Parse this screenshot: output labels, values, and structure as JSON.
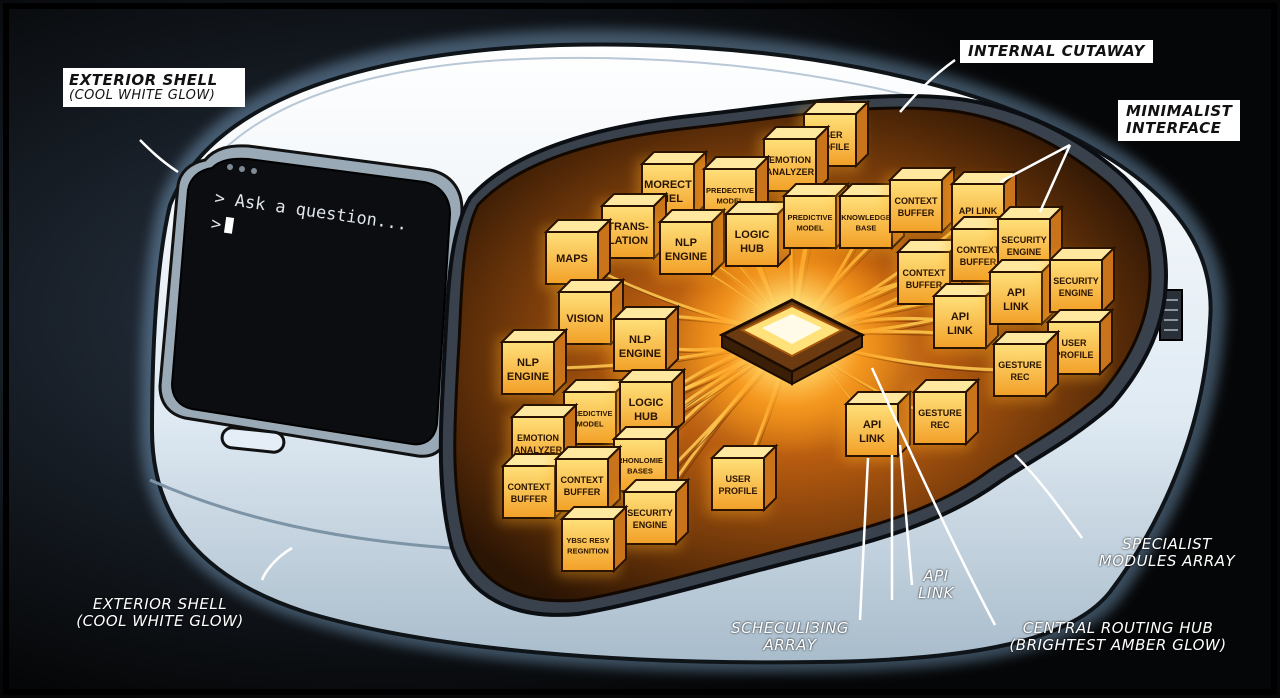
{
  "screen": {
    "prompt_line1": "> Ask a question...",
    "prompt_line2": ">"
  },
  "labels": {
    "exterior_top": {
      "line1": "EXTERIOR SHELL",
      "line2": "(COOL WHITE GLOW)"
    },
    "exterior_bottom": {
      "line1": "EXTERIOR SHELL",
      "line2": "(COOL WHITE GLOW)"
    },
    "internal_cutaway": "INTERNAL CUTAWAY",
    "minimalist_interface": {
      "line1": "MINIMALIST",
      "line2": "INTERFACE"
    },
    "specialist_modules": {
      "line1": "SPECIALIST",
      "line2": "MODULES ARRAY"
    },
    "central_hub": {
      "line1": "CENTRAL ROUTING HUB",
      "line2": "(BRIGHTEST AMBER GLOW)"
    },
    "api_link": {
      "line1": "API",
      "line2": "LINK"
    },
    "scheduling": {
      "line1": "SCHECULIЗING",
      "line2": "ARRAY"
    }
  },
  "modules": [
    {
      "line1": "USER",
      "line2": "PROFILE"
    },
    {
      "line1": "EMOTION",
      "line2": "ANALYZER"
    },
    {
      "line1": "MORECT",
      "line2": "DHEL"
    },
    {
      "line1": "PREDECTIVE",
      "line2": "MODEL"
    },
    {
      "line1": "TRANS-",
      "line2": "LATION"
    },
    {
      "line1": "MAPS",
      "line2": ""
    },
    {
      "line1": "NLP",
      "line2": "ENGINE"
    },
    {
      "line1": "LOGIC",
      "line2": "HUB"
    },
    {
      "line1": "PREDICTIVE",
      "line2": "MODEL"
    },
    {
      "line1": "KNOWLEDGE",
      "line2": "BASE"
    },
    {
      "line1": "CONTEXT",
      "line2": "BUFFER"
    },
    {
      "line1": "API LINK",
      "line2": ""
    },
    {
      "line1": "VISION",
      "line2": ""
    },
    {
      "line1": "NLP",
      "line2": "ENGINE"
    },
    {
      "line1": "CONTEXT",
      "line2": "BUFFER"
    },
    {
      "line1": "CONTEXT",
      "line2": "BUFFER"
    },
    {
      "line1": "SECURITY",
      "line2": "ENGINE"
    },
    {
      "line1": "NLP",
      "line2": "ENGINE"
    },
    {
      "line1": "API",
      "line2": "LINK"
    },
    {
      "line1": "API",
      "line2": "LINK"
    },
    {
      "line1": "SECURITY",
      "line2": "ENGINE"
    },
    {
      "line1": "PREDICTIVE",
      "line2": "MODEL"
    },
    {
      "line1": "LOGIC",
      "line2": "HUB"
    },
    {
      "line1": "EMOTION",
      "line2": "ANALYZER"
    },
    {
      "line1": "USER",
      "line2": "PROFILE"
    },
    {
      "line1": "GESTURE",
      "line2": "REC"
    },
    {
      "line1": "API",
      "line2": "LINK"
    },
    {
      "line1": "GESTURE",
      "line2": "REC"
    },
    {
      "line1": "RHONLOMIE",
      "line2": "BASES"
    },
    {
      "line1": "CONTEXT",
      "line2": "BUFFER"
    },
    {
      "line1": "CONTEXT",
      "line2": "BUFFER"
    },
    {
      "line1": "USER",
      "line2": "PROFILE"
    },
    {
      "line1": "SECURITY",
      "line2": "ENGINE"
    },
    {
      "line1": "YBSC RESY",
      "line2": "REGNITION"
    }
  ],
  "colors": {
    "amber": "#f7b236",
    "amber_bright": "#ffe27a",
    "shell": "#e8f2fa",
    "screen": "#0b0d10"
  }
}
